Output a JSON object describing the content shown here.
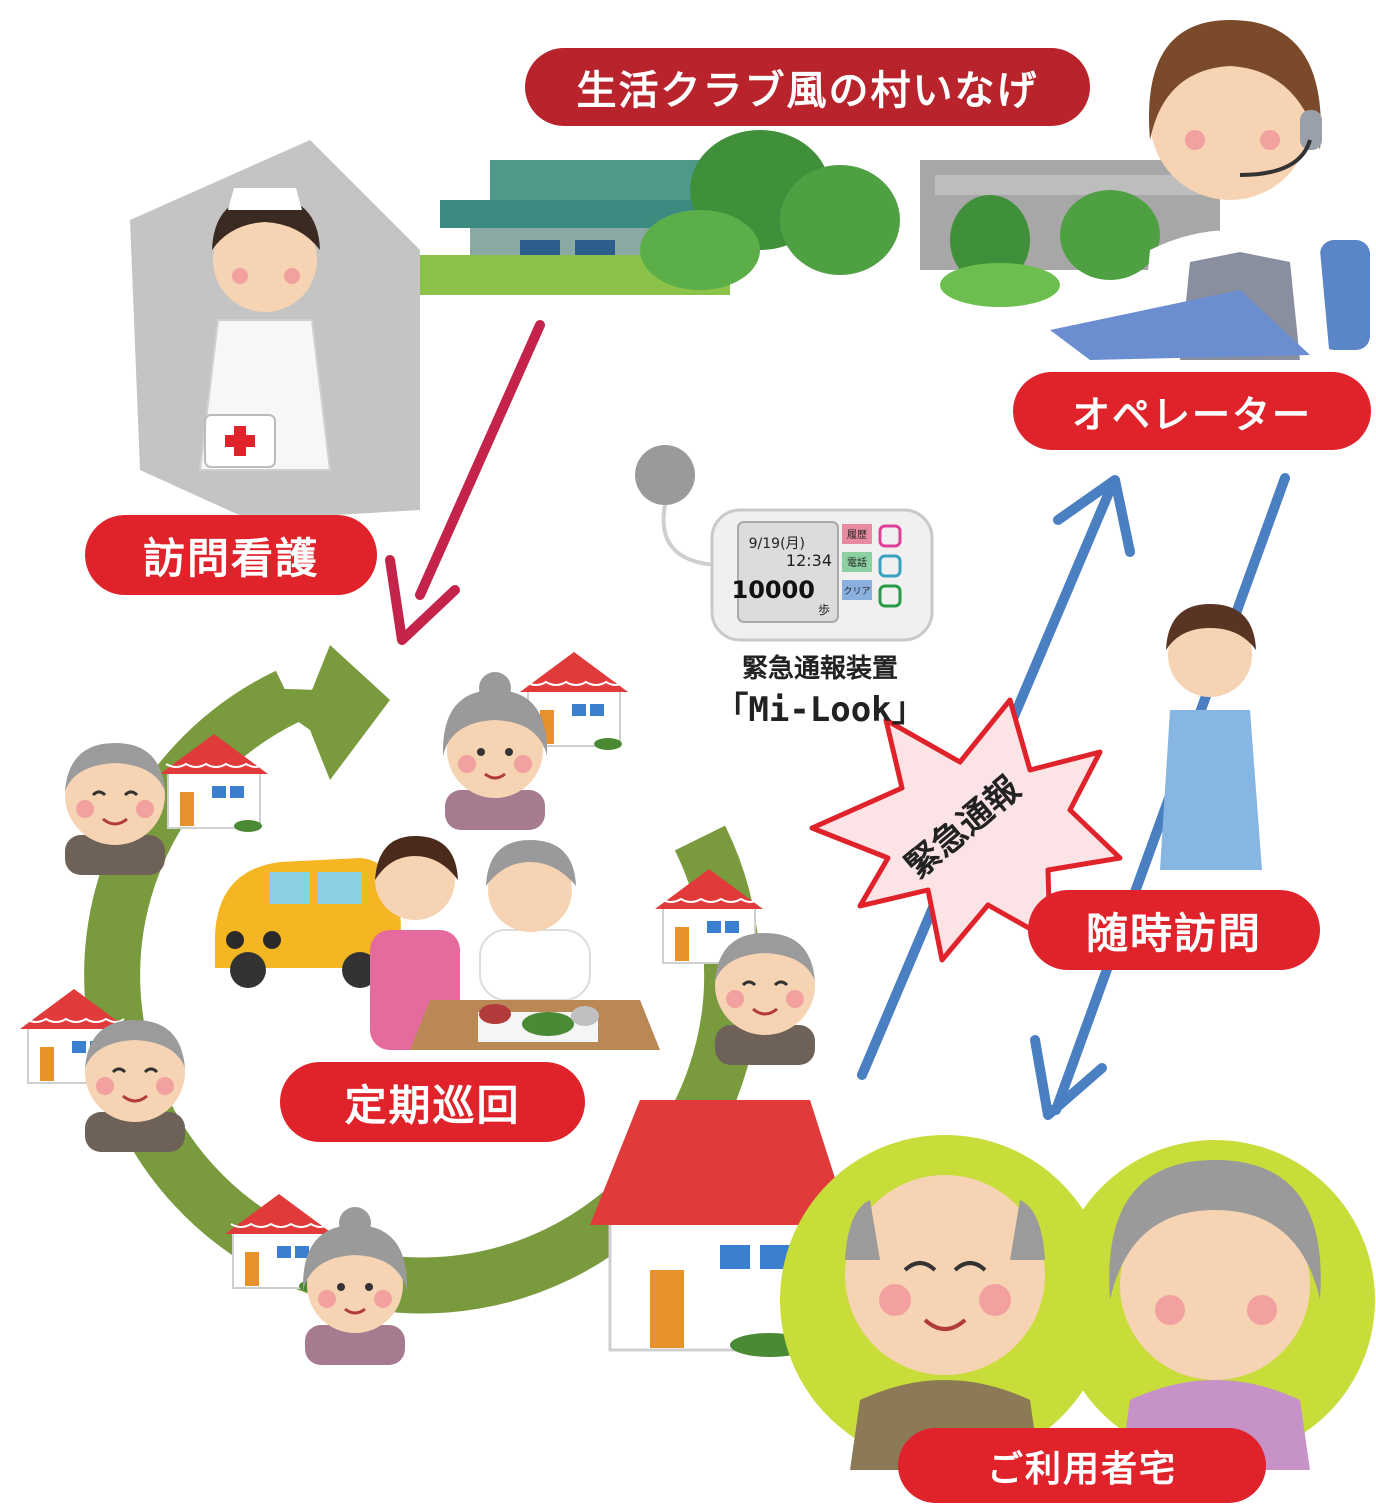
{
  "labels": {
    "facility": "生活クラブ風の村いなげ",
    "nursing": "訪問看護",
    "operator": "オペレーター",
    "emergency_call": "緊急通報",
    "device_caption": "緊急通報装置",
    "device_name": "「Mi-Look」",
    "on_demand_visit": "随時訪問",
    "regular_patrol": "定期巡回",
    "user_home": "ご利用者宅"
  },
  "device_screen": {
    "date": "9/19(月)",
    "time": "12:34",
    "steps": "10000",
    "steps_unit": "歩",
    "btn_history": "履歴",
    "btn_phone": "電話",
    "btn_clear": "クリア"
  },
  "colors": {
    "dark_red_pill": "#b8232c",
    "red_pill": "#e0222b",
    "cycle_green": "#7a9a3e",
    "arrow_crimson": "#c4234a",
    "arrow_blue": "#4a7fc1",
    "roof_red": "#e03a3a",
    "badge_lime": "#c8dc3a",
    "burst_fill": "#fbe3e6",
    "burst_stroke": "#e0222b"
  }
}
